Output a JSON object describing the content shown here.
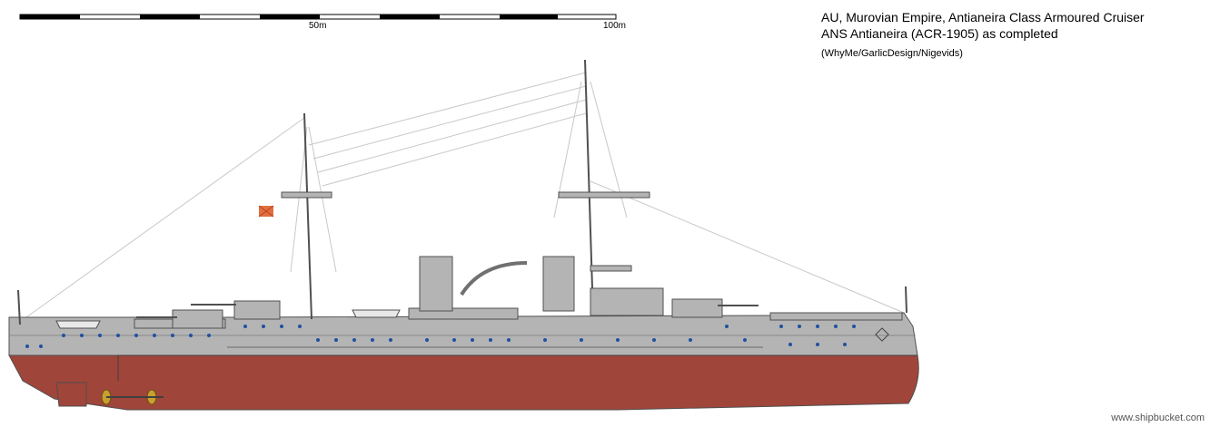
{
  "header": {
    "line1": "AU, Murovian Empire, Antianeira Class Armoured Cruiser",
    "line2": "ANS Antianeira (ACR-1905) as completed",
    "credits": "(WhyMe/GarlicDesign/Nigevids)"
  },
  "scale": {
    "label_mid": "50m",
    "label_end": "100m"
  },
  "watermark": "www.shipbucket.com",
  "colors": {
    "hull_grey": "#b4b4b4",
    "hull_red": "#a0453a",
    "dark_line": "#505050",
    "porthole_blue": "#2050a0",
    "flag_orange": "#e07040"
  }
}
